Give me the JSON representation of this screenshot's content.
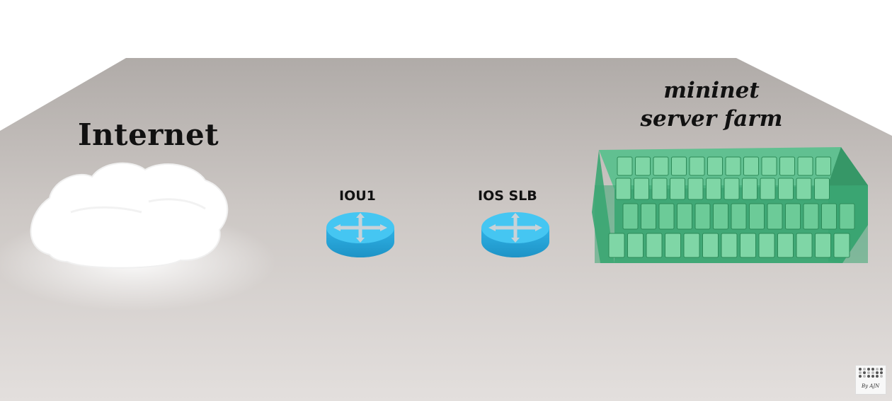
{
  "labels": {
    "internet": "Internet",
    "iou1": "IOU1",
    "ios_slb": "IOS SLB",
    "server_farm_line1": "mininet",
    "server_farm_line2": "server farm"
  },
  "credit": {
    "text": "By AJN"
  },
  "colors": {
    "link": "#f5a623",
    "router": "#3cc0f0",
    "server_farm": "#3aa672",
    "cloud": "#ffffff",
    "floor": "#c9c4c1"
  },
  "icons": {
    "internet": "cloud-icon",
    "router": "router-icon",
    "server_farm": "server-rack-icon"
  }
}
